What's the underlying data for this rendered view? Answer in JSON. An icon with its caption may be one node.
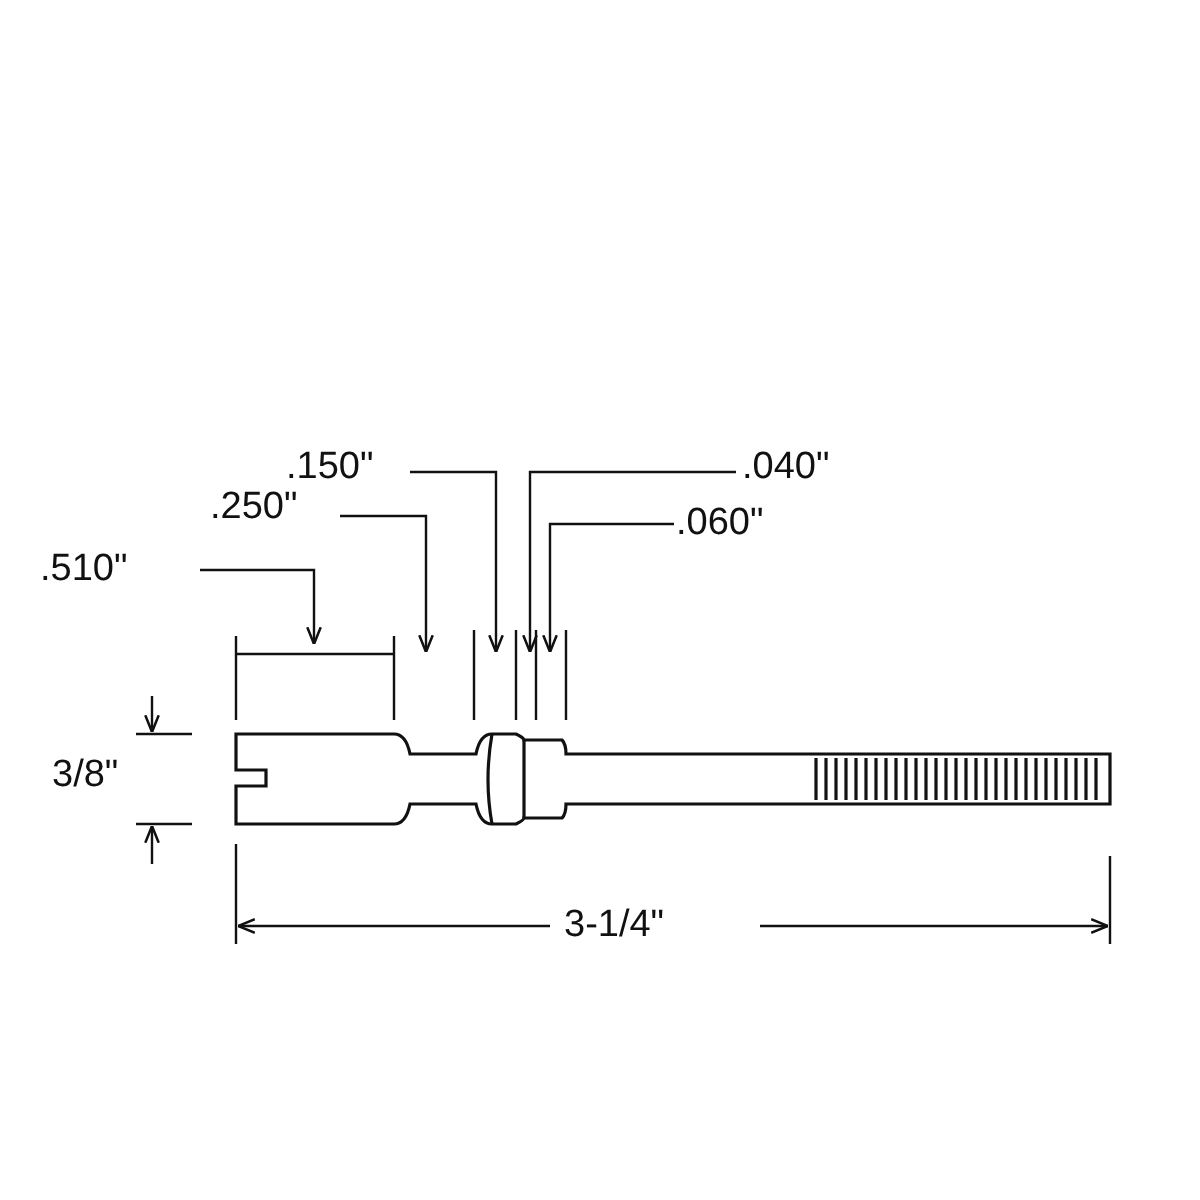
{
  "diagram": {
    "labels": [
      ".150\"",
      ".040\"",
      ".250\"",
      ".060\"",
      ".510\"",
      "3/8\"",
      "3-1/4\""
    ]
  }
}
